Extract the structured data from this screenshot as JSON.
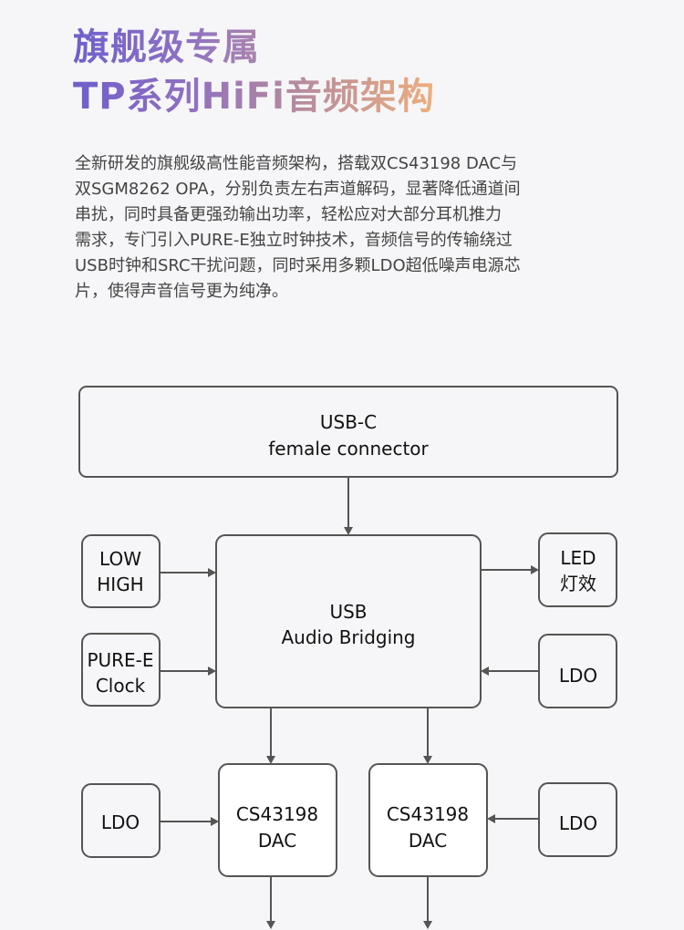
{
  "header": {
    "title_line1": "旗舰级专属",
    "title_line2": "TP系列HiFi音频架构",
    "gradient_colors": [
      "#6f5fcc",
      "#b58a9e",
      "#f2b27a"
    ]
  },
  "description": [
    "全新研发的旗舰级高性能音频架构，搭载双CS43198 DAC与",
    "双SGM8262 OPA，分别负责左右声道解码，显著降低通道间",
    "串扰，同时具备更强劲输出功率，轻松应对大部分耳机推力",
    "需求，专门引入PURE-E独立时钟技术，音频信号的传输绕过",
    "USB时钟和SRC干扰问题，同时采用多颗LDO超低噪声电源芯",
    "片，使得声音信号更为纯净。"
  ],
  "diagram": {
    "usbc": [
      "USB-C",
      "female connector"
    ],
    "bridge": [
      "USB",
      "Audio Bridging"
    ],
    "lowhigh": [
      "LOW",
      "HIGH"
    ],
    "pure": [
      "PURE-E",
      "Clock"
    ],
    "led": [
      "LED",
      "灯效"
    ],
    "ldo_right": "LDO",
    "ldo_left_dac": "LDO",
    "ldo_right_dac": "LDO",
    "dac_left": [
      "CS43198",
      "DAC"
    ],
    "dac_right": [
      "CS43198",
      "DAC"
    ]
  }
}
